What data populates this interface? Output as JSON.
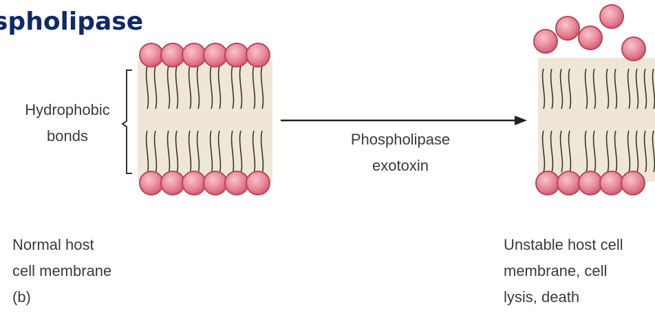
{
  "title": "spholipase",
  "hydrophobic_label": [
    "Hydrophobic",
    "bonds"
  ],
  "enzyme_label": [
    "Phospholipase",
    "exotoxin"
  ],
  "normal_caption": [
    "Normal host",
    "cell membrane",
    "(b)"
  ],
  "unstable_caption": [
    "Unstable host cell",
    "membrane, cell",
    "lysis, death"
  ],
  "colors": {
    "title": "#0d2a6b",
    "head_fill": "#e9899a",
    "head_stroke": "#b8455a",
    "core_fill": "#efe6d6",
    "tail": "#333333",
    "arrow": "#222222"
  }
}
